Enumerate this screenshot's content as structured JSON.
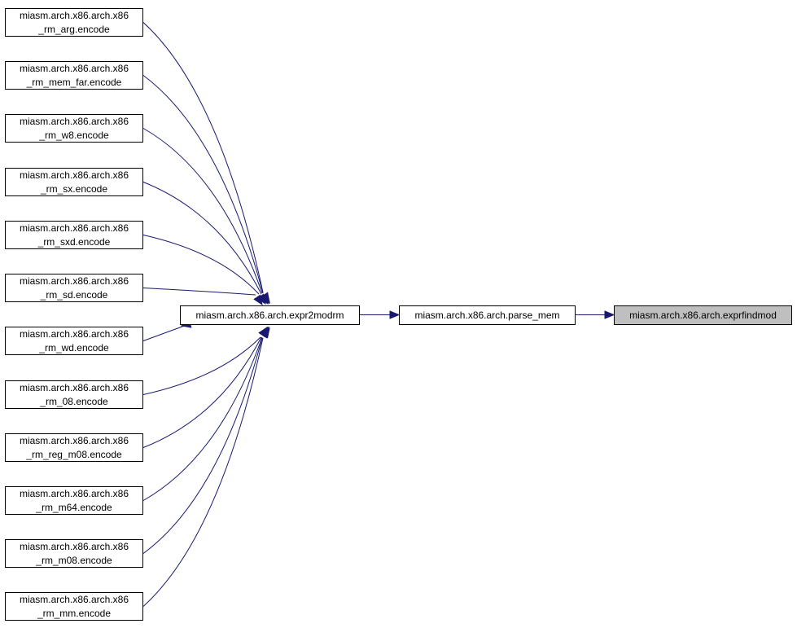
{
  "graph": {
    "edge_color": "#191970",
    "highlight_fill": "#bfbfbf",
    "callers": [
      {
        "line1": "miasm.arch.x86.arch.x86",
        "line2": "_rm_arg.encode"
      },
      {
        "line1": "miasm.arch.x86.arch.x86",
        "line2": "_rm_mem_far.encode"
      },
      {
        "line1": "miasm.arch.x86.arch.x86",
        "line2": "_rm_w8.encode"
      },
      {
        "line1": "miasm.arch.x86.arch.x86",
        "line2": "_rm_sx.encode"
      },
      {
        "line1": "miasm.arch.x86.arch.x86",
        "line2": "_rm_sxd.encode"
      },
      {
        "line1": "miasm.arch.x86.arch.x86",
        "line2": "_rm_sd.encode"
      },
      {
        "line1": "miasm.arch.x86.arch.x86",
        "line2": "_rm_wd.encode"
      },
      {
        "line1": "miasm.arch.x86.arch.x86",
        "line2": "_rm_08.encode"
      },
      {
        "line1": "miasm.arch.x86.arch.x86",
        "line2": "_rm_reg_m08.encode"
      },
      {
        "line1": "miasm.arch.x86.arch.x86",
        "line2": "_rm_m64.encode"
      },
      {
        "line1": "miasm.arch.x86.arch.x86",
        "line2": "_rm_m08.encode"
      },
      {
        "line1": "miasm.arch.x86.arch.x86",
        "line2": "_rm_mm.encode"
      }
    ],
    "expr2modrm": "miasm.arch.x86.arch.expr2modrm",
    "parse_mem": "miasm.arch.x86.arch.parse_mem",
    "exprfindmod": "miasm.arch.x86.arch.exprfindmod"
  }
}
